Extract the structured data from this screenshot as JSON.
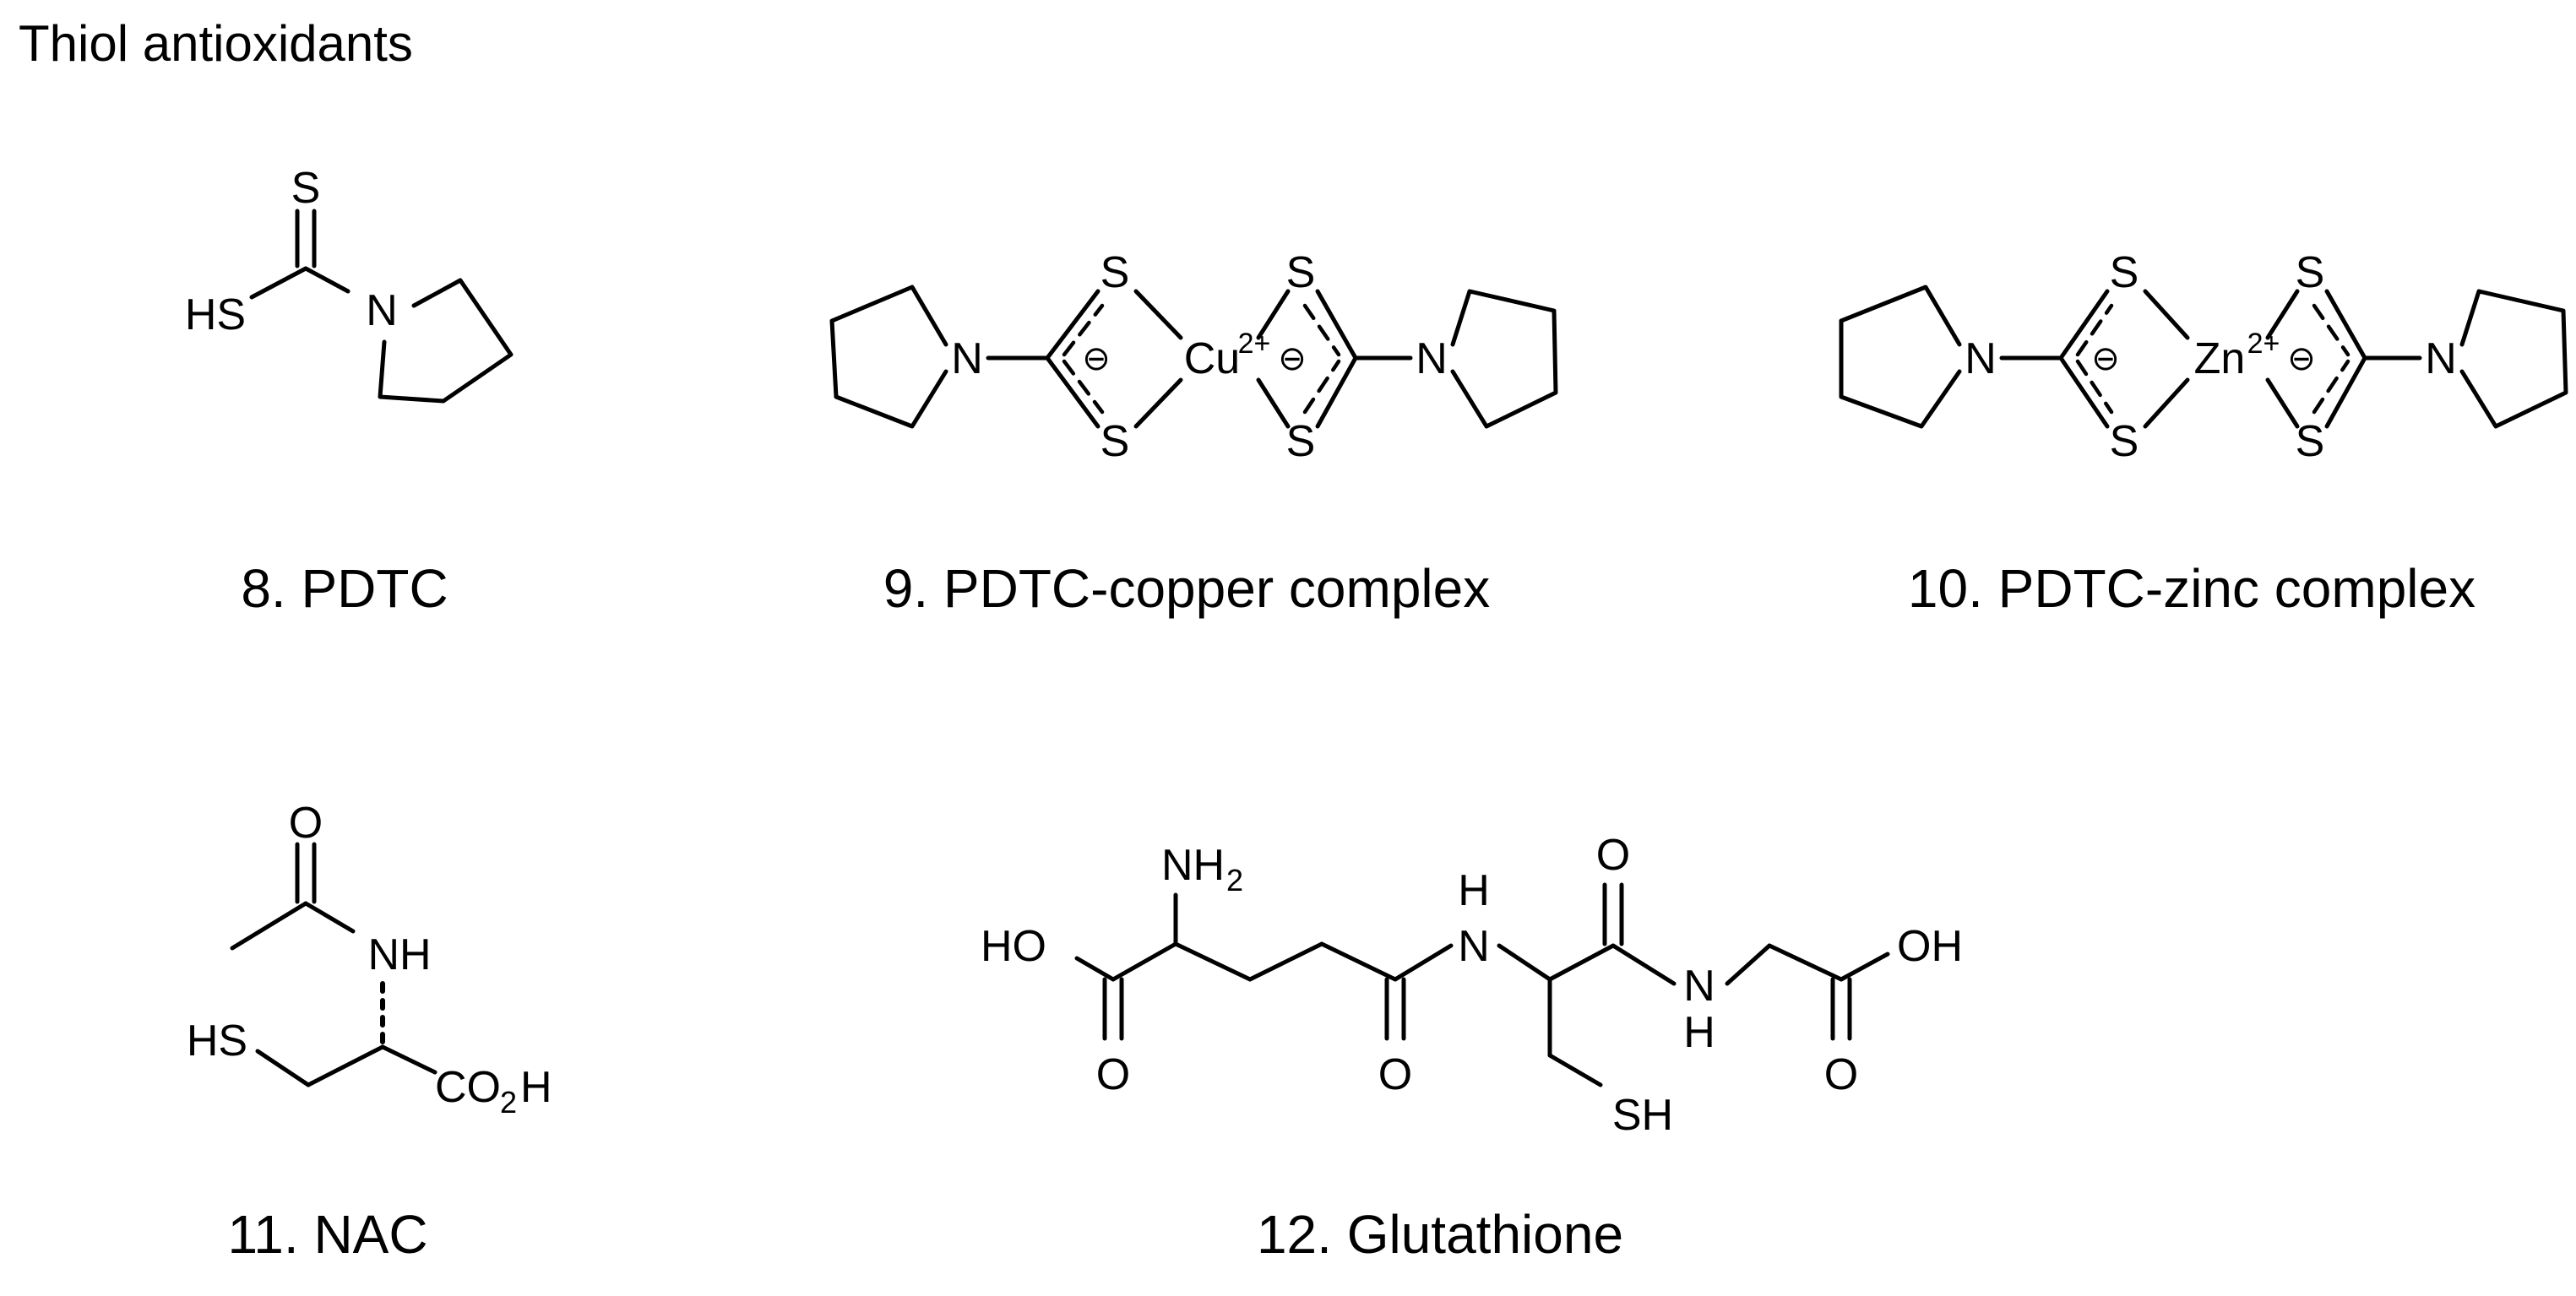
{
  "figure_title": "Thiol antioxidants",
  "compounds": [
    {
      "caption": "8. PDTC",
      "labels": {
        "S": "S",
        "HS": "HS",
        "N": "N"
      }
    },
    {
      "caption": "9. PDTC-copper complex",
      "labels": {
        "S": "S",
        "N": "N",
        "metal": "Cu",
        "metal_charge": "2+",
        "anion": "⊖"
      }
    },
    {
      "caption": "10. PDTC-zinc complex",
      "labels": {
        "S": "S",
        "N": "N",
        "metal": "Zn",
        "metal_charge": "2+",
        "anion": "⊖"
      }
    },
    {
      "caption": "11. NAC",
      "labels": {
        "O": "O",
        "NH": "NH",
        "HS": "HS",
        "CO": "CO",
        "sub2": "2",
        "H": "H"
      }
    },
    {
      "caption": "12. Glutathione",
      "labels": {
        "NH": "NH",
        "sub2": "2",
        "HO": "HO",
        "O": "O",
        "H": "H",
        "N": "N",
        "OH": "OH",
        "SH": "SH"
      }
    }
  ]
}
